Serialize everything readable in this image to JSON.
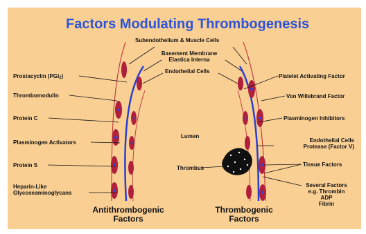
{
  "title": "Factors Modulating Thrombogenesis",
  "structure_labels": {
    "subendothelium": "Subendothelium & Muscle Cells",
    "basement_membrane_1": "Basement Membrane",
    "basement_membrane_2": "Elastica Interna",
    "endothelial_cells": "Endothelial Cells",
    "lumen": "Lumen",
    "thrombus": "Thrombus"
  },
  "antithrombogenic": {
    "prostacyclin": "Prostacyclin (PGI",
    "prostacyclin_sub": "2",
    "prostacyclin_end": ")",
    "thrombomodulin": "Thrombomodulin",
    "protein_c": "Protein C",
    "plasminogen_activators": "Plasminogen Activators",
    "protein_s": "Protein S",
    "heparin_1": "Heparin-Like",
    "heparin_2": "Glycoseaminoglycans"
  },
  "thrombogenic": {
    "paf": "Platelet Activating Factor",
    "vwf": "Von Willebrand Factor",
    "plasminogen_inhibitors": "Plasminogen Inhibitors",
    "endothelial_protease_1": "Endothelial Cells",
    "endothelial_protease_2": "Protease (Factor V)",
    "tissue_factors": "Tissue Factors",
    "several_1": "Several Factors",
    "several_2": "e.g. Thrombin",
    "several_3": "ADP",
    "several_4": "Fibrin"
  },
  "bottom_labels": {
    "anti_1": "Antithrombogenic",
    "anti_2": "Factors",
    "thr_1": "Thrombogenic",
    "thr_2": "Factors"
  },
  "colors": {
    "background": "#f9cf94",
    "title": "#2e55d6",
    "membrane": "#2a3fd0",
    "cell": "#b0203a",
    "nucleus": "#3a40d8",
    "thrombus": "#101010"
  }
}
